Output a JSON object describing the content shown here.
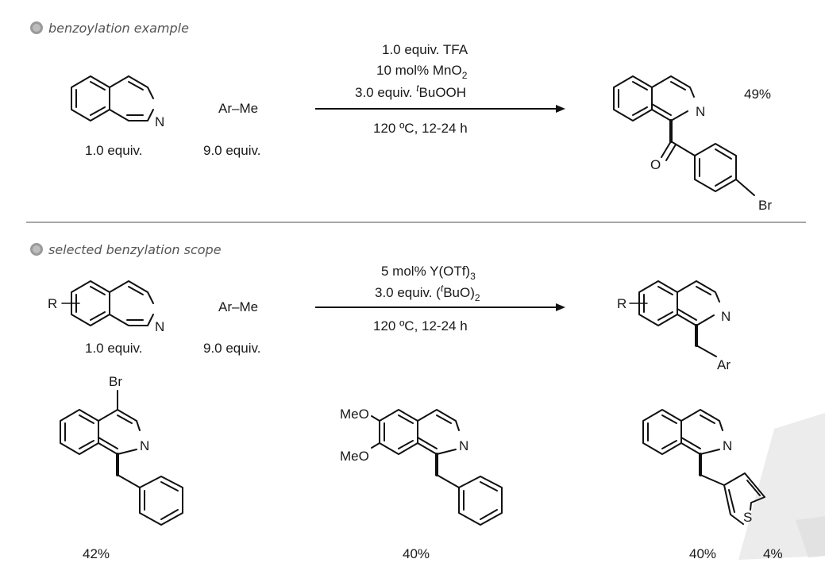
{
  "sections": {
    "top": {
      "title": "benzoylation example"
    },
    "bottom": {
      "title": "selected benzylation scope"
    }
  },
  "colors": {
    "bullet": "#9a9a9a",
    "divider": "#8a8a8a",
    "ink": "#111111",
    "watermark": "#e8e8e8"
  },
  "top": {
    "reagent": "Ar–Me",
    "sm_equiv": "1.0 equiv.",
    "reagent_equiv": "9.0 equiv.",
    "conditions": [
      "1.0 equiv. TFA",
      "10 mol% MnO",
      "3.0 equiv. ",
      "BuOOH"
    ],
    "mno_sub": "2",
    "tbu_sup": "t",
    "temp_time": "120 ºC, 12-24 h",
    "product_yield": "49%",
    "atom_n": "N",
    "atom_o": "O",
    "atom_br": "Br"
  },
  "bottom": {
    "reagent": "Ar–Me",
    "sm_equiv": "1.0 equiv.",
    "reagent_equiv": "9.0 equiv.",
    "cond1_main": "5 mol% Y(OTf)",
    "cond1_sub": "3",
    "cond2_main": "3.0 equiv. (",
    "cond2_sup": "t",
    "cond2_mid": "BuO)",
    "cond2_sub": "2",
    "temp_time": "120 ºC, 12-24 h",
    "atom_r": "R",
    "atom_n": "N",
    "atom_ar": "Ar"
  },
  "examples": [
    {
      "yield": "42%",
      "atom_br": "Br",
      "atom_n": "N"
    },
    {
      "yield": "40%",
      "atom_meo1": "MeO",
      "atom_meo2": "MeO",
      "atom_n": "N"
    },
    {
      "yield": "40%",
      "atom_n": "N",
      "atom_s": "S",
      "extra_label": "4%"
    }
  ]
}
